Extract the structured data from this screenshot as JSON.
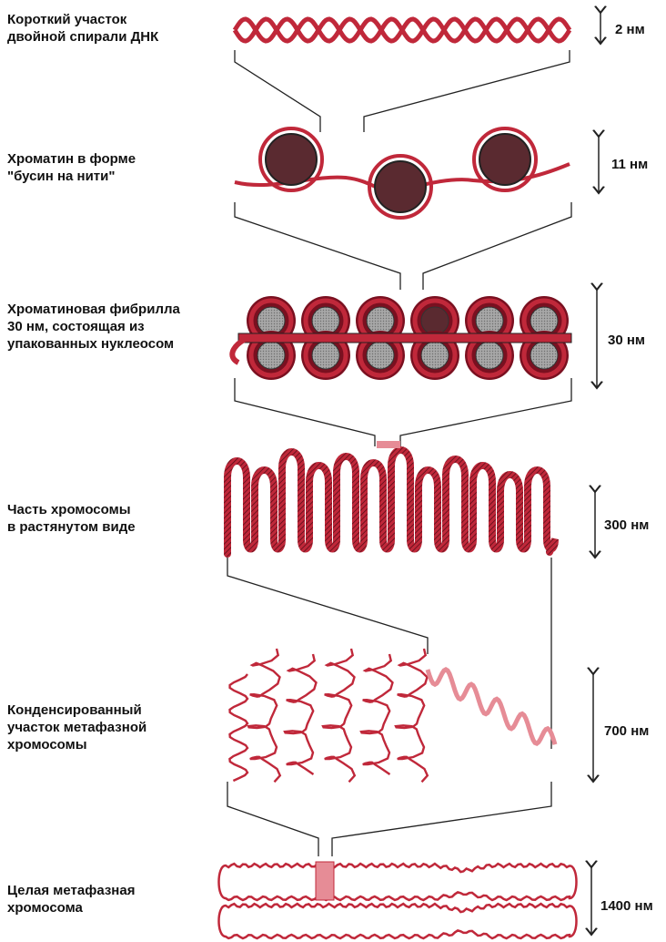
{
  "stages": [
    {
      "id": "dna",
      "label": "Короткий участок\nдвойной спирали ДНК",
      "scale": "2 нм"
    },
    {
      "id": "beads",
      "label": "Хроматин в форме\n\"бусин на нити\"",
      "scale": "11 нм"
    },
    {
      "id": "fibril",
      "label": "Хроматиновая фибрилла\n30 нм, состоящая из\nупакованных нуклеосом",
      "scale": "30 нм"
    },
    {
      "id": "extended",
      "label": "Часть хромосомы\nв растянутом виде",
      "scale": "300 нм"
    },
    {
      "id": "condensed",
      "label": "Конденсированный\nучасток метафазной\nхромосомы",
      "scale": "700 нм"
    },
    {
      "id": "whole",
      "label": "Целая метафазная\nхромосома",
      "scale": "1400 нм"
    }
  ],
  "colors": {
    "strand": "#c0283a",
    "strand_light": "#e68c96",
    "strand_dark": "#7a1020",
    "histone_core": "#5a2a30",
    "nucleosome_gray": "#9a9a9a",
    "line": "#222222"
  }
}
